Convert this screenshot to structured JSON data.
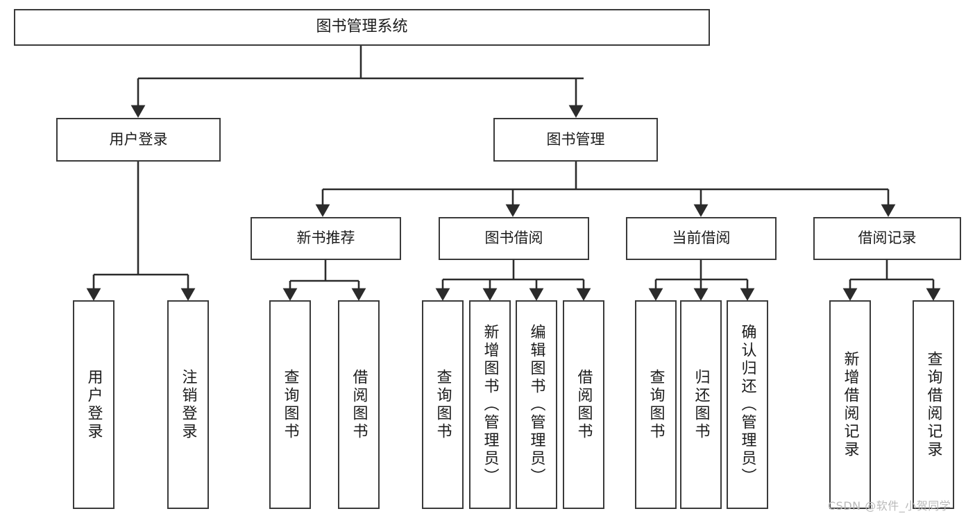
{
  "diagram": {
    "type": "tree-hierarchy",
    "title": "图书管理系统",
    "watermark": "CSDN @软件_小贺同学",
    "colors": {
      "box_border": "#3a3a3a",
      "box_fill": "#ffffff",
      "connector": "#2b2b2b",
      "text": "#1b1b1b",
      "watermark": "#b9b9b9",
      "background": "#ffffff"
    },
    "nodes": {
      "root": {
        "label": "图书管理系统"
      },
      "level2": [
        {
          "label": "用户登录"
        },
        {
          "label": "图书管理"
        }
      ],
      "level3": [
        {
          "label": "新书推荐"
        },
        {
          "label": "图书借阅"
        },
        {
          "label": "当前借阅"
        },
        {
          "label": "借阅记录"
        }
      ],
      "leaves": {
        "user_login": [
          {
            "label": "用户登录"
          },
          {
            "label": "注销登录"
          }
        ],
        "new_book_recommend": [
          {
            "label": "查询图书"
          },
          {
            "label": "借阅图书"
          }
        ],
        "book_borrow": [
          {
            "label": "查询图书"
          },
          {
            "label": "新增图书（管理员）"
          },
          {
            "label": "编辑图书（管理员）"
          },
          {
            "label": "借阅图书"
          }
        ],
        "current_borrow": [
          {
            "label": "查询图书"
          },
          {
            "label": "归还图书"
          },
          {
            "label": "确认归还（管理员）"
          }
        ],
        "borrow_record": [
          {
            "label": "新增借阅记录"
          },
          {
            "label": "查询借阅记录"
          }
        ]
      }
    }
  }
}
